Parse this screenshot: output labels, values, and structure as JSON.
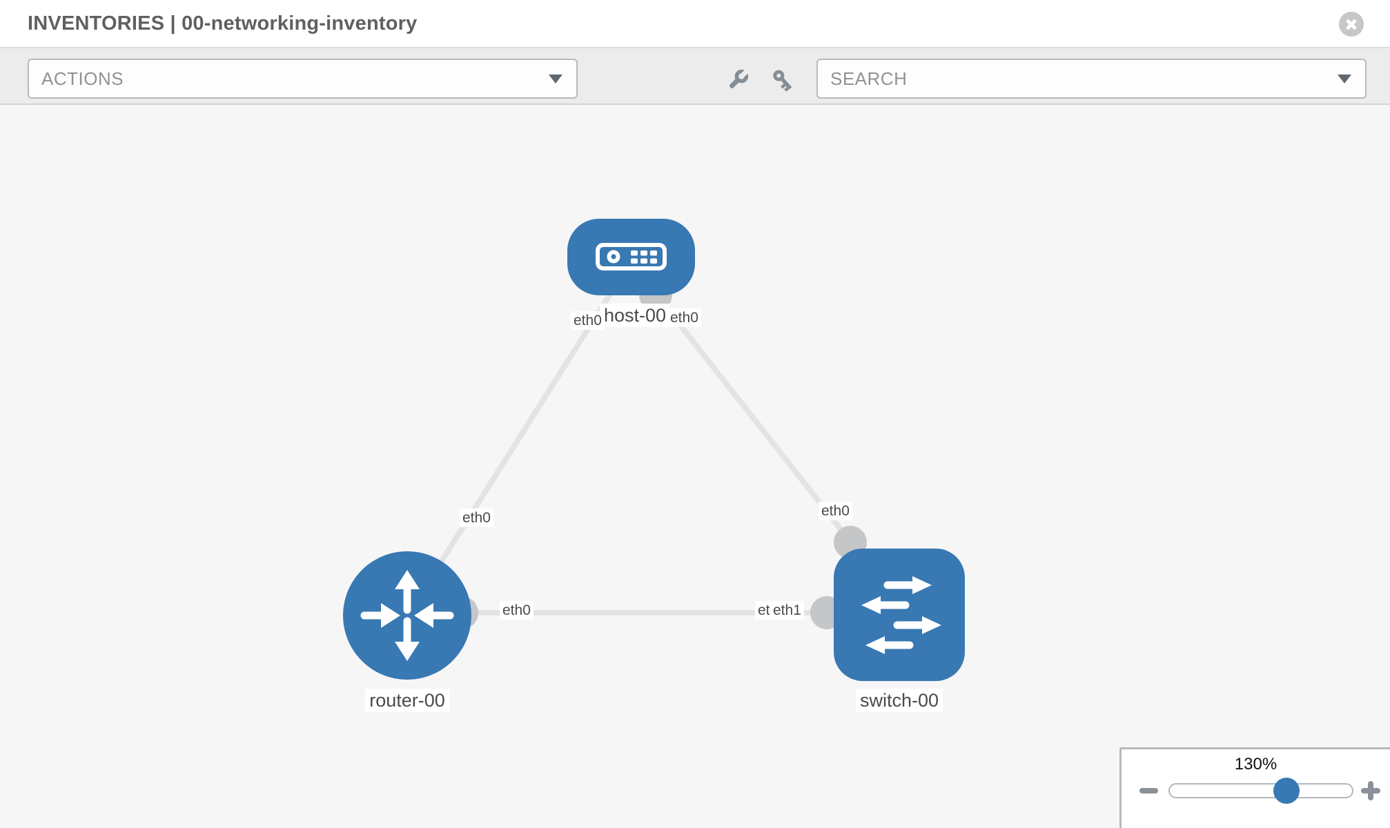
{
  "header": {
    "title": "INVENTORIES | 00-networking-inventory"
  },
  "toolbar": {
    "actions_label": "ACTIONS",
    "search_placeholder": "SEARCH",
    "icons": [
      "wrench-icon",
      "key-icon"
    ]
  },
  "topology": {
    "type": "network-diagram",
    "nodes": [
      {
        "label": "host-00",
        "type": "host"
      },
      {
        "label": "router-00",
        "type": "router"
      },
      {
        "label": "switch-00",
        "type": "switch"
      }
    ],
    "links": [
      {
        "from": "host-00",
        "from_interface": "eth0",
        "to": "router-00",
        "to_interface": "eth0"
      },
      {
        "from": "host-00",
        "from_interface": "eth0",
        "to": "switch-00",
        "to_interface": "eth0"
      },
      {
        "from": "router-00",
        "from_interface": "eth0",
        "to": "switch-00",
        "to_interface": "eth1"
      }
    ],
    "port_labels": {
      "host_left": "eth0",
      "host_right": "eth0",
      "router_upper": "eth0",
      "switch_upper": "eth0",
      "router_right": "eth0",
      "switch_left_back": "eth0",
      "switch_left_front": "eth1"
    }
  },
  "zoom_control": {
    "level_label": "130%",
    "percent": 64,
    "icons": [
      "zoom-out-icon",
      "zoom-in-icon"
    ]
  },
  "colors": {
    "node_fill": "#3878b3",
    "link": "#e3e3e3",
    "port": "#c5c6c7",
    "canvas_bg": "#f6f6f6",
    "toolbar_bg": "#ececec",
    "title_text": "#606060",
    "label_text": "#4a4a4a",
    "slider_handle": "#3878b3"
  }
}
